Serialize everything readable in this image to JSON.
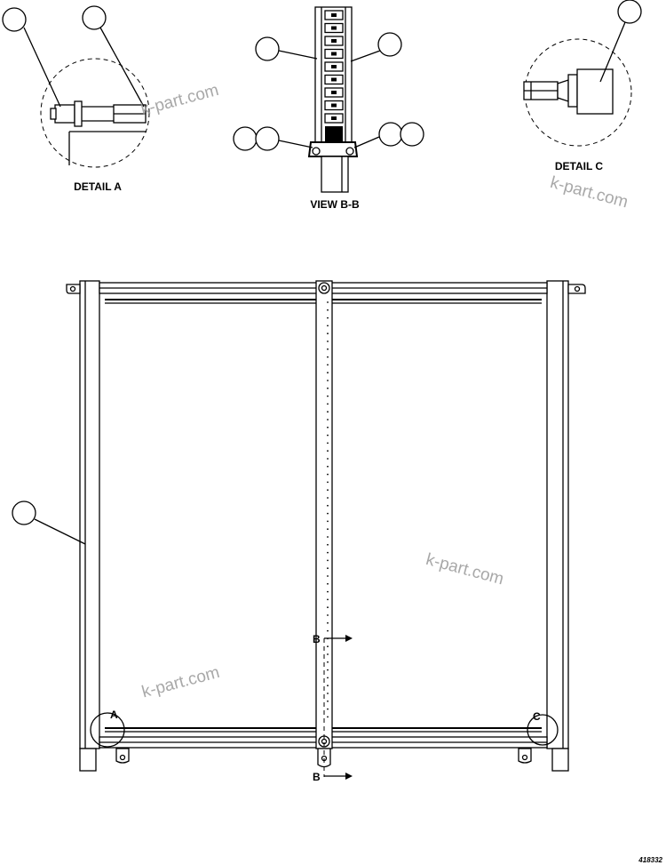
{
  "labels": {
    "detail_a": "DETAIL A",
    "view_bb": "VIEW B-B",
    "detail_c": "DETAIL C",
    "corner_a": "A",
    "corner_c": "C",
    "section_b_top": "B",
    "section_b_bottom": "B",
    "drawing_number": "418332"
  },
  "watermarks": [
    "k-part.com",
    "k-part.com",
    "k-part.com",
    "k-part.com"
  ],
  "colors": {
    "line": "#000000",
    "watermark": "#9a9a9a",
    "background": "#ffffff"
  }
}
